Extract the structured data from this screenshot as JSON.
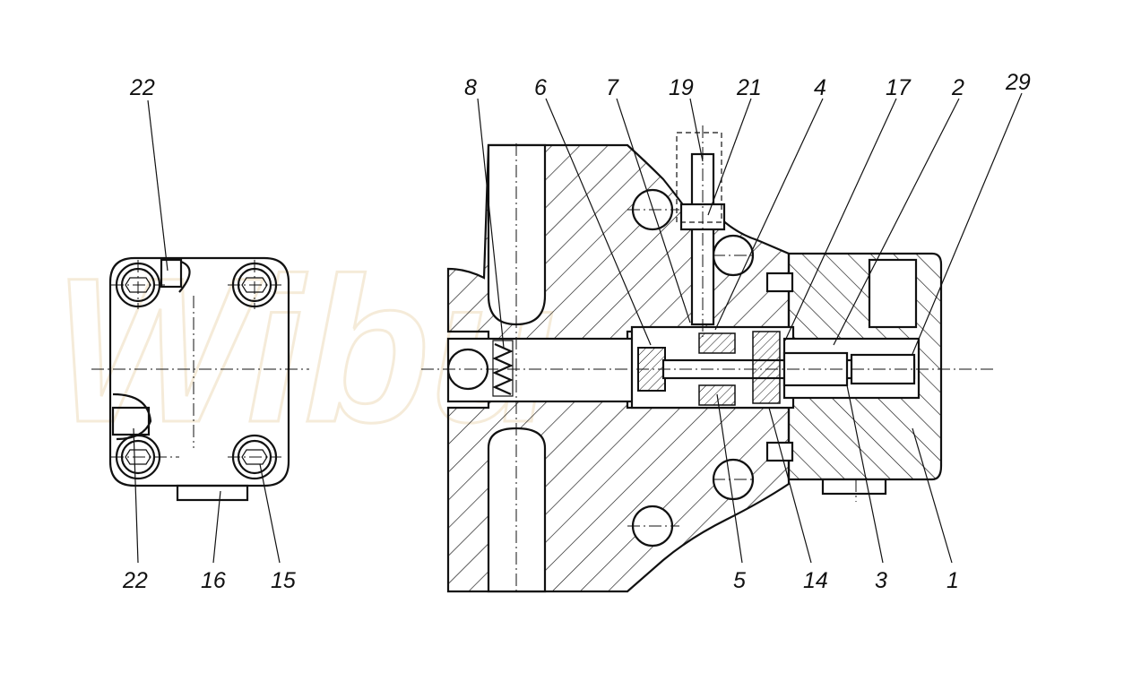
{
  "watermark": {
    "text": "Wibu",
    "color": "#f1e3c9"
  },
  "colors": {
    "line": "#111111",
    "background": "#ffffff"
  },
  "labels": {
    "left_top_22": "22",
    "left_bottom_22": "22",
    "left_16": "16",
    "left_15": "15",
    "top_8": "8",
    "top_6": "6",
    "top_7": "7",
    "top_19": "19",
    "top_21": "21",
    "top_4": "4",
    "top_17": "17",
    "top_2": "2",
    "top_29": "29",
    "bottom_5": "5",
    "bottom_14": "14",
    "bottom_3": "3",
    "bottom_1": "1"
  }
}
